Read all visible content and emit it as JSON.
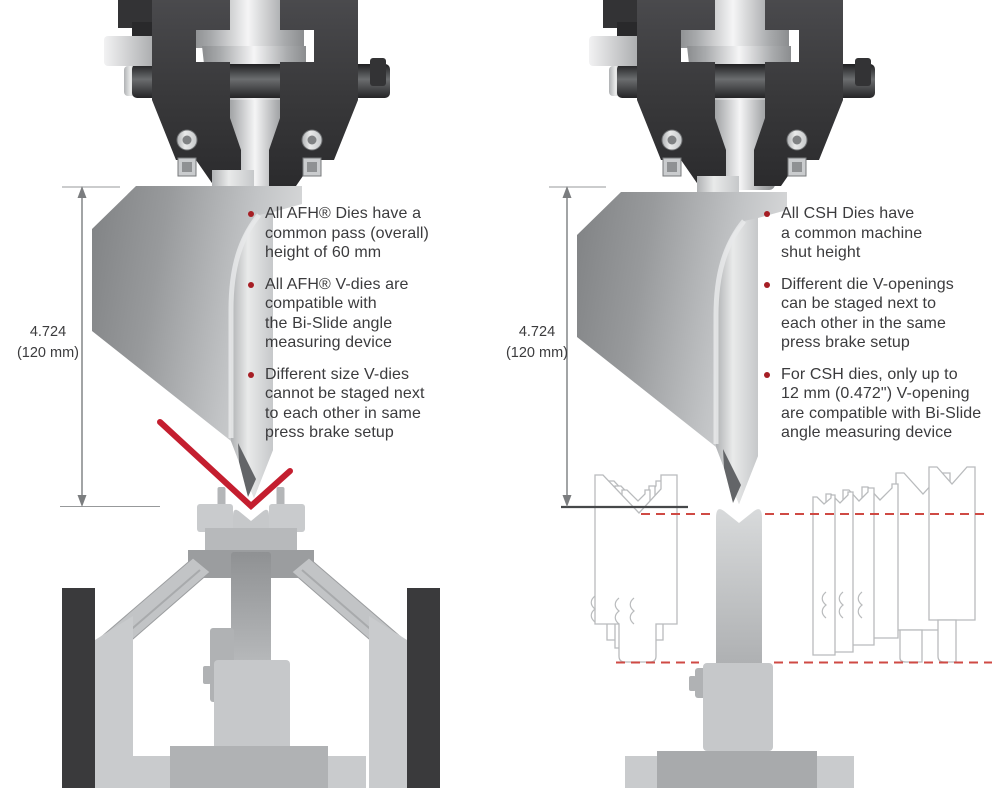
{
  "title": "Press brake die systems comparison diagram",
  "colors": {
    "accent_red": "#c41e2f",
    "dashed_red": "#cf4a44",
    "bullet_red": "#a61e24",
    "text": "#3b3b3d",
    "steel_dark": "#3a3a3c",
    "outline_gray": "#b9bbbd"
  },
  "left_panel": {
    "dimension": {
      "value": "4.724",
      "unit": "(120 mm)"
    },
    "notes": [
      {
        "text": "All AFH® Dies have a\ncommon pass (overall)\nheight of 60 mm"
      },
      {
        "text": "All AFH® V-dies are\ncompatible with\nthe Bi-Slide angle\nmeasuring device"
      },
      {
        "text": "Different size V-dies\ncannot be staged next\nto each other in same\npress brake setup"
      }
    ]
  },
  "right_panel": {
    "dimension": {
      "value": "4.724",
      "unit": "(120 mm)"
    },
    "notes": [
      {
        "text": "All CSH Dies have\na common machine\nshut height"
      },
      {
        "text": "Different die V-openings\ncan be staged next to\neach other in the same\npress brake setup"
      },
      {
        "text": "For CSH dies, only up to\n12 mm (0.472\") V-opening\nare compatible with Bi-Slide\nangle measuring device"
      }
    ]
  }
}
